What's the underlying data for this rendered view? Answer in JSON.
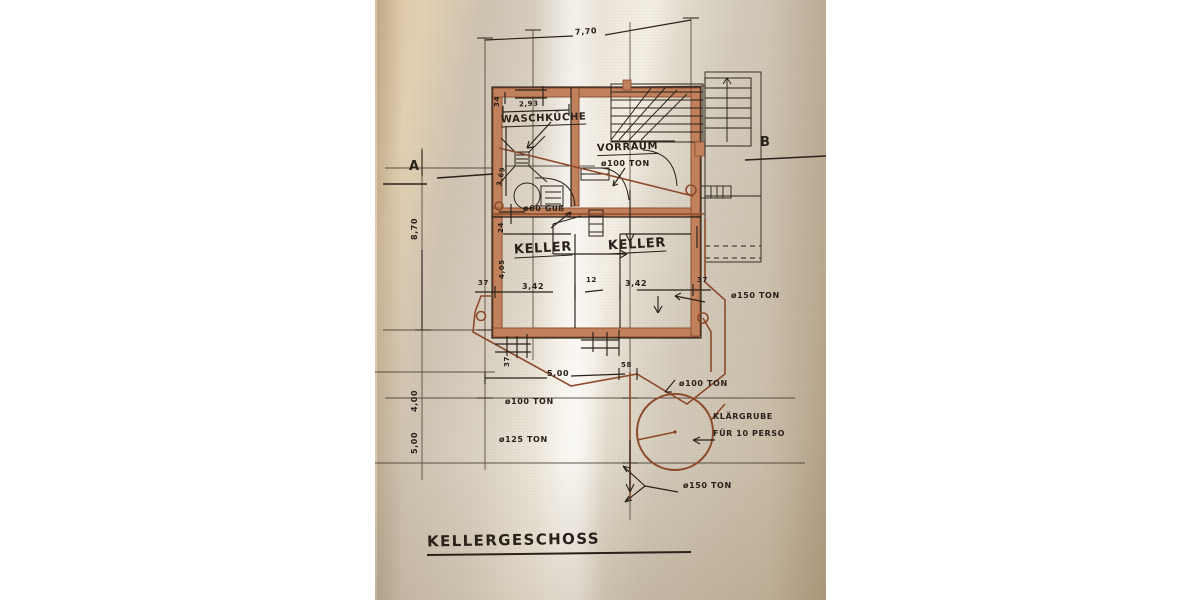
{
  "document": {
    "title": "KELLERGESCHOSS",
    "kind": "architectural-floor-plan",
    "medium": "photograph of hand-drawn paper plan",
    "paper_color": "#ddd0b6",
    "ink_color": "#2a211a",
    "wall_color": "#b5724d",
    "pipe_color": "#8b4a2b"
  },
  "section_markers": {
    "left": "A",
    "right": "B"
  },
  "rooms": [
    {
      "id": "waschkueche",
      "label": "WASCHKÜCHE"
    },
    {
      "id": "vorraum",
      "label": "VORRAUM"
    },
    {
      "id": "keller_left",
      "label": "KELLER"
    },
    {
      "id": "keller_right",
      "label": "KELLER"
    }
  ],
  "dimensions": {
    "top_overall": "7,70",
    "left_overall": "8,70",
    "left_lower_a": "4,00",
    "left_lower_b": "5,00",
    "waschkueche_width": "2,93",
    "waschkueche_height": "3,69",
    "wall_top_small": "34",
    "wall_mid_small": "24",
    "keller_height": "4,05",
    "keller_left_offset": "37",
    "keller_left_width": "3,42",
    "keller_middle": "12",
    "keller_right_width": "3,42",
    "keller_right_offset": "37",
    "bottom_small_37": "37",
    "bottom_run": "5,00",
    "bottom_small_58": "58"
  },
  "pipe_labels": [
    {
      "id": "vorraum_pipe",
      "text": "ø100 TON"
    },
    {
      "id": "guss_pipe",
      "text": "ø60 Guß"
    },
    {
      "id": "right_pipe",
      "text": "ø150 TON"
    },
    {
      "id": "branch_pipe",
      "text": "ø100 TON"
    },
    {
      "id": "left_pipe_100",
      "text": "ø100 TON"
    },
    {
      "id": "main_pipe_125",
      "text": "ø125 TON"
    },
    {
      "id": "outlet_pipe",
      "text": "ø150 TON"
    }
  ],
  "annotations": [
    {
      "id": "septic",
      "line1": "KLÄRGRUBE",
      "line2": "FÜR 10 PERSO"
    }
  ]
}
